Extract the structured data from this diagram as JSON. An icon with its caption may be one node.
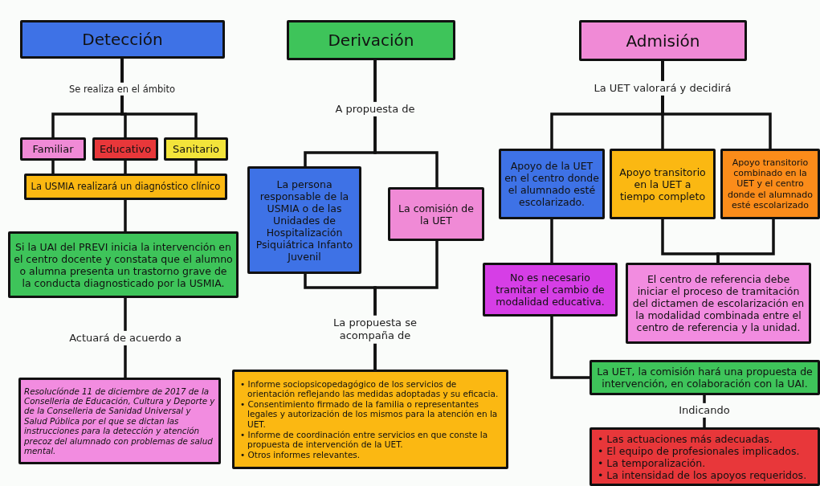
{
  "diagram": {
    "nodes": [
      {
        "text": [
          "Detección"
        ]
      },
      {
        "text": [
          "Familiar"
        ]
      },
      {
        "text": [
          "Educativo"
        ]
      },
      {
        "text": [
          "Sanitario"
        ]
      },
      {
        "text": [
          "La USMIA realizará un diagnóstico clínico"
        ]
      },
      {
        "text": [
          "Si la UAI del PREVI inicia la intervención en el centro docente y constata que el alumno o alumna presenta un trastorno grave de la conducta diagnosticado por la USMIA."
        ]
      },
      {
        "text": [
          "Resolucíónde 11 de diciembre de 2017 de la Conselleria de Educación, Cultura y Deporte y de la Conselleria de Sanidad Universal y Salud Pública por el que se dictan las instrucciones para la detección y atención precoz del alumnado con problemas de salud mental."
        ]
      },
      {
        "text": [
          "Derivación"
        ]
      },
      {
        "text": [
          "La persona responsable de la USMIA o de las Unidades de Hospitalización Psiquiátrica Infanto Juvenil"
        ]
      },
      {
        "text": [
          "La comisión de la UET"
        ]
      },
      {
        "text": [
          "• Informe sociopsicopedagógico de los servicios de orientación reflejando las medidas adoptadas y su eficacia.",
          "• Consentimiento firmado de la familia o representantes legales y autorización de los mismos para la atención en la UET.",
          "• Informe de coordinación entre servicios en que conste la propuesta de intervención de la UET.",
          "• Otros informes relevantes."
        ]
      },
      {
        "text": [
          "Admisión"
        ]
      },
      {
        "text": [
          "Apoyo de la UET en el centro donde el alumnado esté escolarizado."
        ]
      },
      {
        "text": [
          "Apoyo transitorio en la UET a tiempo completo"
        ]
      },
      {
        "text": [
          "Apoyo transitorio combinado en la UET y el centro donde el alumnado esté escolarizado"
        ]
      },
      {
        "text": [
          "No es necesario tramitar el cambio de modalidad educativa."
        ]
      },
      {
        "text": [
          "El centro de referencia debe iniciar el proceso de tramitación del dictamen de escolarización en la modalidad combinada entre el centro de referencia y la unidad."
        ]
      },
      {
        "text": [
          "La UET, la comisión hará una propuesta de intervención, en colaboración con la UAI."
        ]
      },
      {
        "text": [
          "• Las actuaciones más adecuadas.",
          "• El equipo de profesionales implicados.",
          "• La temporalización.",
          "• La intensidad de los apoyos requeridos."
        ]
      }
    ],
    "edges": [
      {
        "from": 0,
        "to": 1,
        "arrow": "none"
      },
      {
        "from": 0,
        "to": 2,
        "arrow": "none",
        "label": "Se realiza en el ámbito"
      },
      {
        "from": 0,
        "to": 3,
        "arrow": "none"
      },
      {
        "from": 1,
        "to": 4,
        "arrow": "none"
      },
      {
        "from": 2,
        "to": 4,
        "arrow": "none"
      },
      {
        "from": 3,
        "to": 4,
        "arrow": "none"
      },
      {
        "from": 4,
        "to": 5,
        "arrow": "none"
      },
      {
        "from": 5,
        "to": 6,
        "arrow": "none",
        "label": "Actuará de acuerdo a"
      },
      {
        "from": 7,
        "to": 8,
        "arrow": "none",
        "label": "A propuesta de"
      },
      {
        "from": 7,
        "to": 9,
        "arrow": "none"
      },
      {
        "from": 8,
        "to": 10,
        "arrow": "none",
        "label": "La propuesta se acompaña de"
      },
      {
        "from": 9,
        "to": 10,
        "arrow": "none"
      },
      {
        "from": 11,
        "to": 12,
        "arrow": "none"
      },
      {
        "from": 11,
        "to": 13,
        "arrow": "none",
        "label": "La UET valorará y decidirá"
      },
      {
        "from": 11,
        "to": 14,
        "arrow": "none"
      },
      {
        "from": 12,
        "to": 15,
        "arrow": "none"
      },
      {
        "from": 13,
        "to": 16,
        "arrow": "none"
      },
      {
        "from": 14,
        "to": 16,
        "arrow": "none"
      },
      {
        "from": 15,
        "to": 17,
        "arrow": "none"
      },
      {
        "from": 17,
        "to": 18,
        "arrow": "none",
        "label": "Indicando"
      }
    ]
  }
}
